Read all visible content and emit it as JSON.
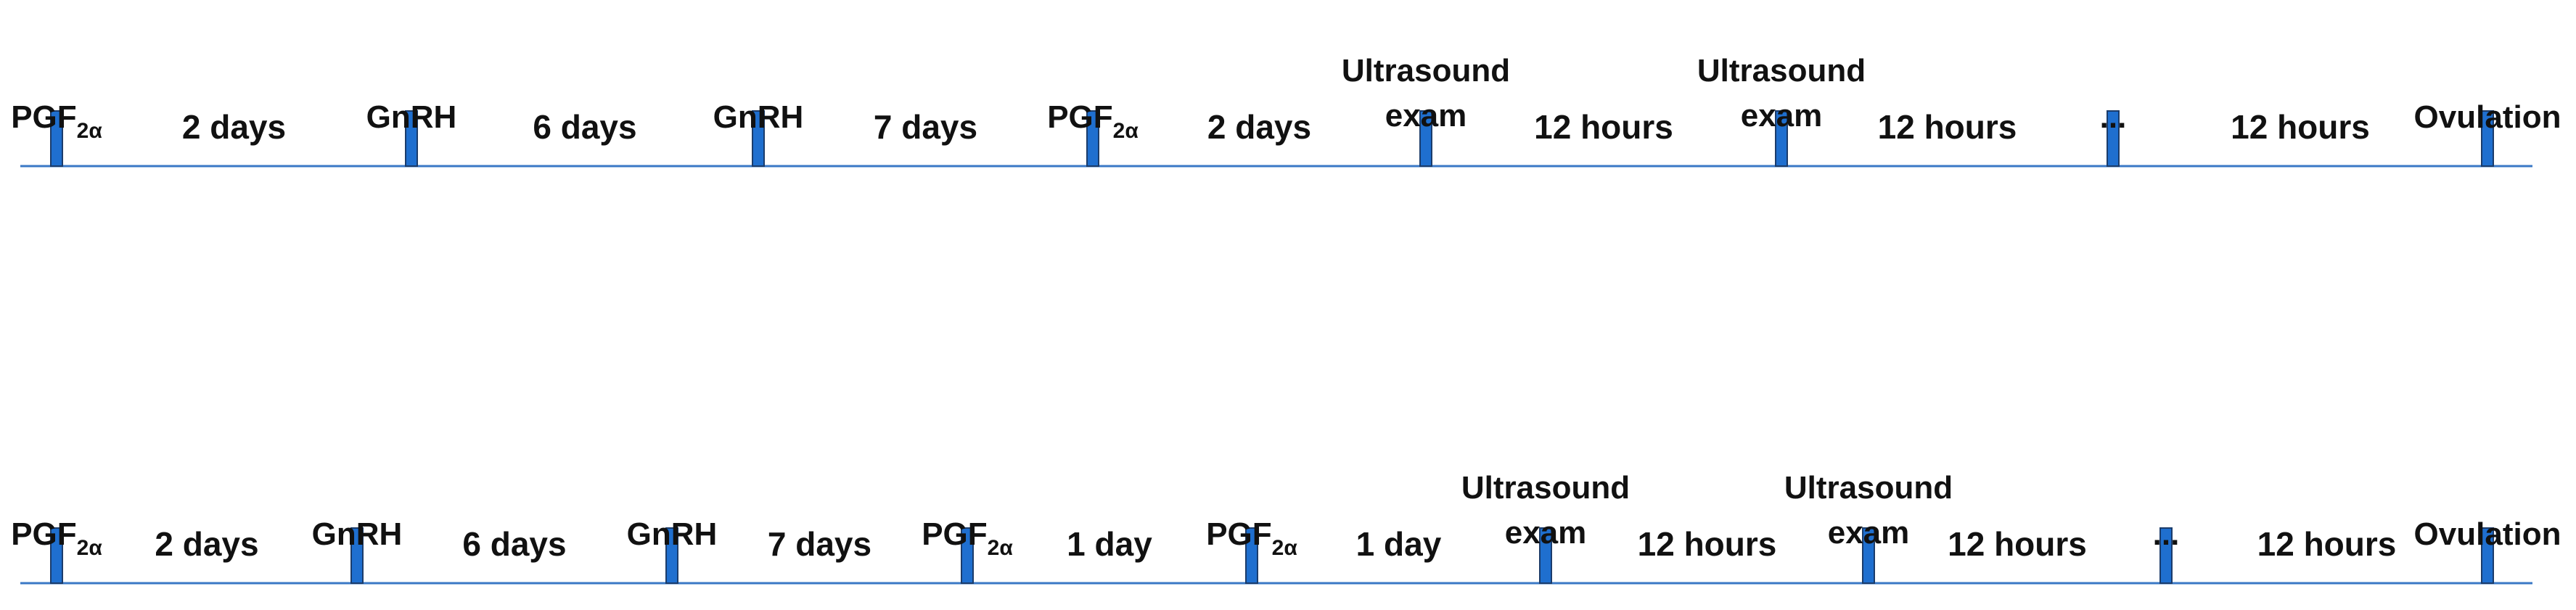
{
  "timelines": [
    {
      "events": [
        {
          "label": "PGF",
          "sub": "2α"
        },
        {
          "label": "GnRH"
        },
        {
          "label": "GnRH"
        },
        {
          "label": "PGF",
          "sub": "2α"
        },
        {
          "label": "Ultrasound",
          "label2": "exam"
        },
        {
          "label": "Ultrasound",
          "label2": "exam"
        },
        {
          "label": "..."
        },
        {
          "label": "Ovulation"
        }
      ],
      "intervals": [
        "2 days",
        "6 days",
        "7 days",
        "2 days",
        "12 hours",
        "12 hours",
        "12 hours"
      ]
    },
    {
      "events": [
        {
          "label": "PGF",
          "sub": "2α"
        },
        {
          "label": "GnRH"
        },
        {
          "label": "GnRH"
        },
        {
          "label": "PGF",
          "sub": "2α"
        },
        {
          "label": "PGF",
          "sub": "2α"
        },
        {
          "label": "Ultrasound",
          "label2": "exam"
        },
        {
          "label": "Ultrasound",
          "label2": "exam"
        },
        {
          "label": "..."
        },
        {
          "label": "Ovulation"
        }
      ],
      "intervals": [
        "2 days",
        "6 days",
        "7 days",
        "1 day",
        "1 day",
        "12 hours",
        "12 hours",
        "12 hours"
      ]
    }
  ],
  "colors": {
    "axis_line": "#3a78c6",
    "marker_fill": "#1f6fcf",
    "marker_stroke": "#1b3c6b",
    "text": "#111111"
  }
}
